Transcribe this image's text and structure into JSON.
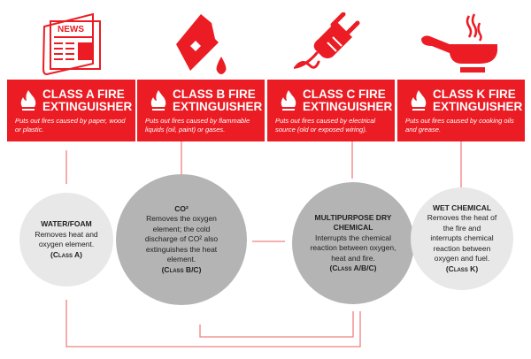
{
  "colors": {
    "red": "#ec1c24",
    "line": "#f08080",
    "light_circle": "#e8e8e8",
    "dark_circle": "#b4b4b4"
  },
  "icons": [
    "newspaper-icon",
    "fuel-can-icon",
    "electric-plug-icon",
    "frying-pan-icon"
  ],
  "newspaper_text": "NEWS",
  "panels": [
    {
      "title": "CLASS A FIRE EXTINGUISHER",
      "desc": "Puts out fires caused by paper, wood or plastic."
    },
    {
      "title": "CLASS B FIRE EXTINGUISHER",
      "desc": "Puts out fires caused by flammable liquids (oil, paint) or gases."
    },
    {
      "title": "CLASS C FIRE EXTINGUISHER",
      "desc": "Puts out fires caused by electrical source (old or exposed wiring)."
    },
    {
      "title": "CLASS K FIRE EXTINGUISHER",
      "desc": "Puts out fires caused by cooking oils and grease."
    }
  ],
  "circles": [
    {
      "name": "WATER/FOAM",
      "desc": "Removes heat and oxygen element.",
      "cls": "(Class A)"
    },
    {
      "name": "CO²",
      "desc": "Removes the oxygen element; the cold discharge of CO² also extinguishes the heat element.",
      "cls": "(Class B/C)"
    },
    {
      "name": "MULTIPURPOSE DRY CHEMICAL",
      "desc": "Interrupts the chemical reaction between oxygen, heat and fire.",
      "cls": "(Class A/B/C)"
    },
    {
      "name": "WET CHEMICAL",
      "desc": "Removes the heat of the fire and interrupts chemical reaction between oxygen and fuel.",
      "cls": "(Class K)"
    }
  ]
}
